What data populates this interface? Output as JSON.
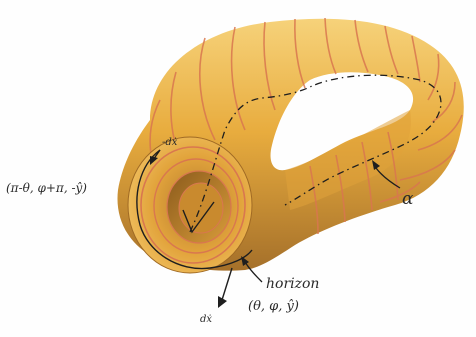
{
  "labels": {
    "coords_left": "(π-θ, φ+π, -ŷ)",
    "horizon": "horizon",
    "horizon_coords": "(θ, φ, ŷ)",
    "alpha": "α",
    "dx_top": "-dẋ",
    "dx_bottom": "dẋ"
  },
  "colors": {
    "tube_light": "#f2c766",
    "tube_mid": "#e6a93a",
    "tube_dark": "#9a6a22",
    "rings": "#d9774f",
    "ink": "#2a2a2a",
    "paper": "#fefefe"
  }
}
